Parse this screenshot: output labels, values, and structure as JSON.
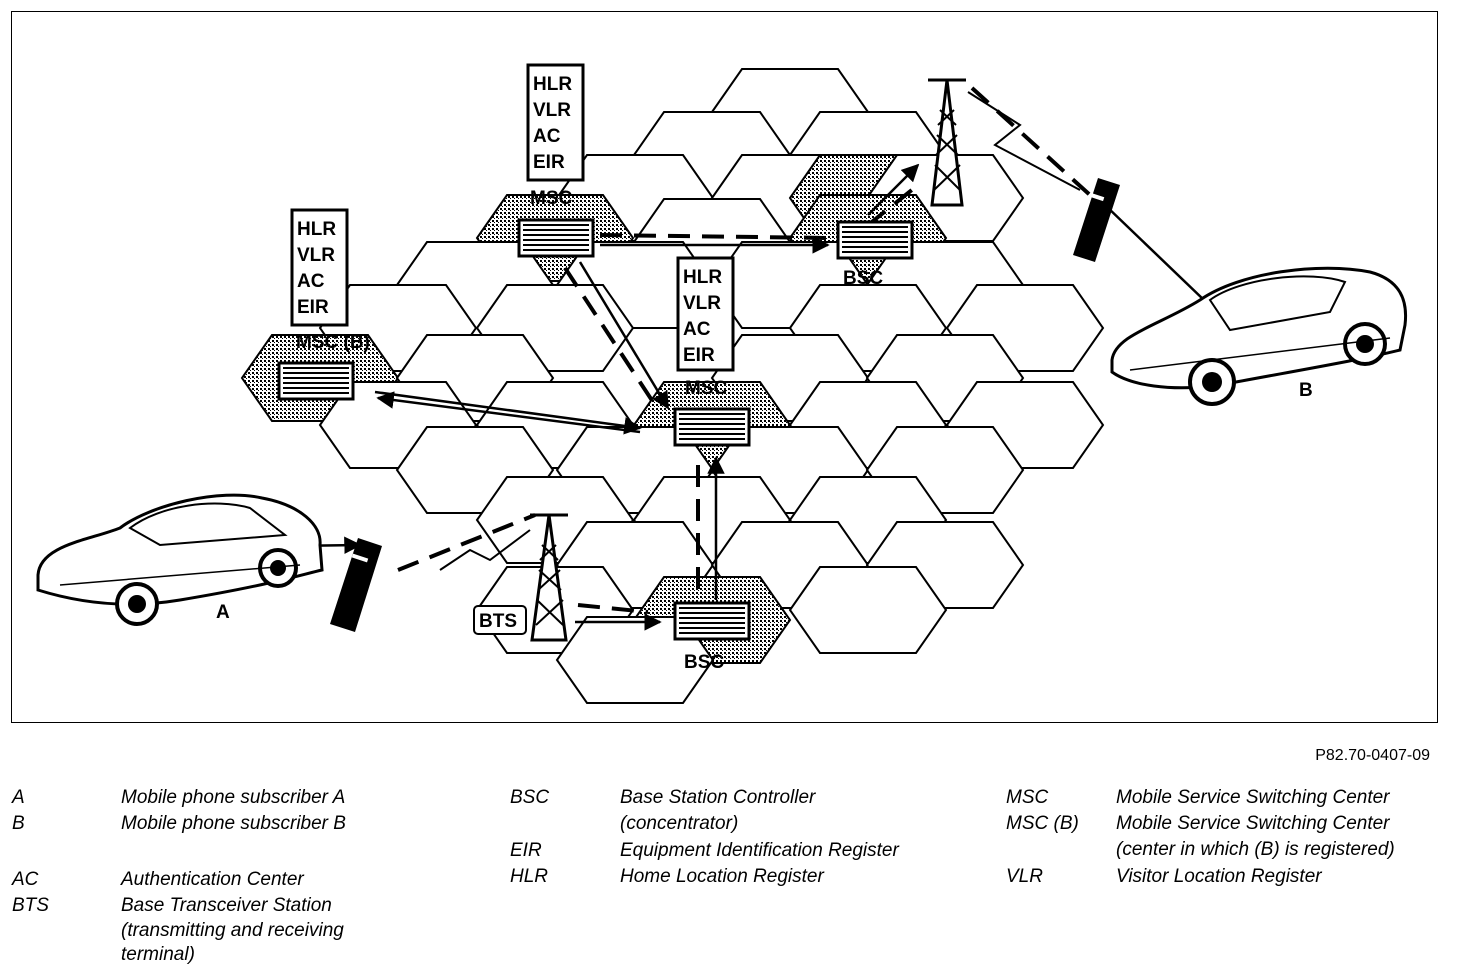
{
  "diagram": {
    "register_stack": [
      "HLR",
      "VLR",
      "AC",
      "EIR"
    ],
    "labels": {
      "msc_top": "MSC",
      "msc_mid": "MSC",
      "msc_b": "MSC (B)",
      "bsc_top": "BSC",
      "bsc_bottom": "BSC",
      "bts": "BTS",
      "car_a": "A",
      "car_b": "B"
    }
  },
  "figure_code": "P82.70-0407-09",
  "legend": [
    {
      "abbr": "A",
      "desc": "Mobile phone subscriber A"
    },
    {
      "abbr": "B",
      "desc": "Mobile phone subscriber B"
    },
    {
      "abbr": "AC",
      "desc": "Authentication Center"
    },
    {
      "abbr": "BTS",
      "desc": "Base Transceiver Station (transmitting and receiving terminal)"
    },
    {
      "abbr": "BSC",
      "desc": "Base Station Controller (concentrator)"
    },
    {
      "abbr": "EIR",
      "desc": "Equipment Identification Register"
    },
    {
      "abbr": "HLR",
      "desc": "Home Location Register"
    },
    {
      "abbr": "MSC",
      "desc": "Mobile Service Switching Center"
    },
    {
      "abbr": "MSC (B)",
      "desc": "Mobile Service Switching Center (center in which (B) is registered)"
    },
    {
      "abbr": "VLR",
      "desc": "Visitor Location Register"
    }
  ],
  "legend_lines": {
    "bts_line1": "Base Transceiver Station",
    "bts_line2": "(transmitting and receiving",
    "bts_line3": "terminal)",
    "bsc_line1": "Base Station Controller",
    "bsc_line2": "(concentrator)",
    "mscb_line1": "Mobile Service Switching Center",
    "mscb_line2": "(center in which (B) is registered)"
  }
}
